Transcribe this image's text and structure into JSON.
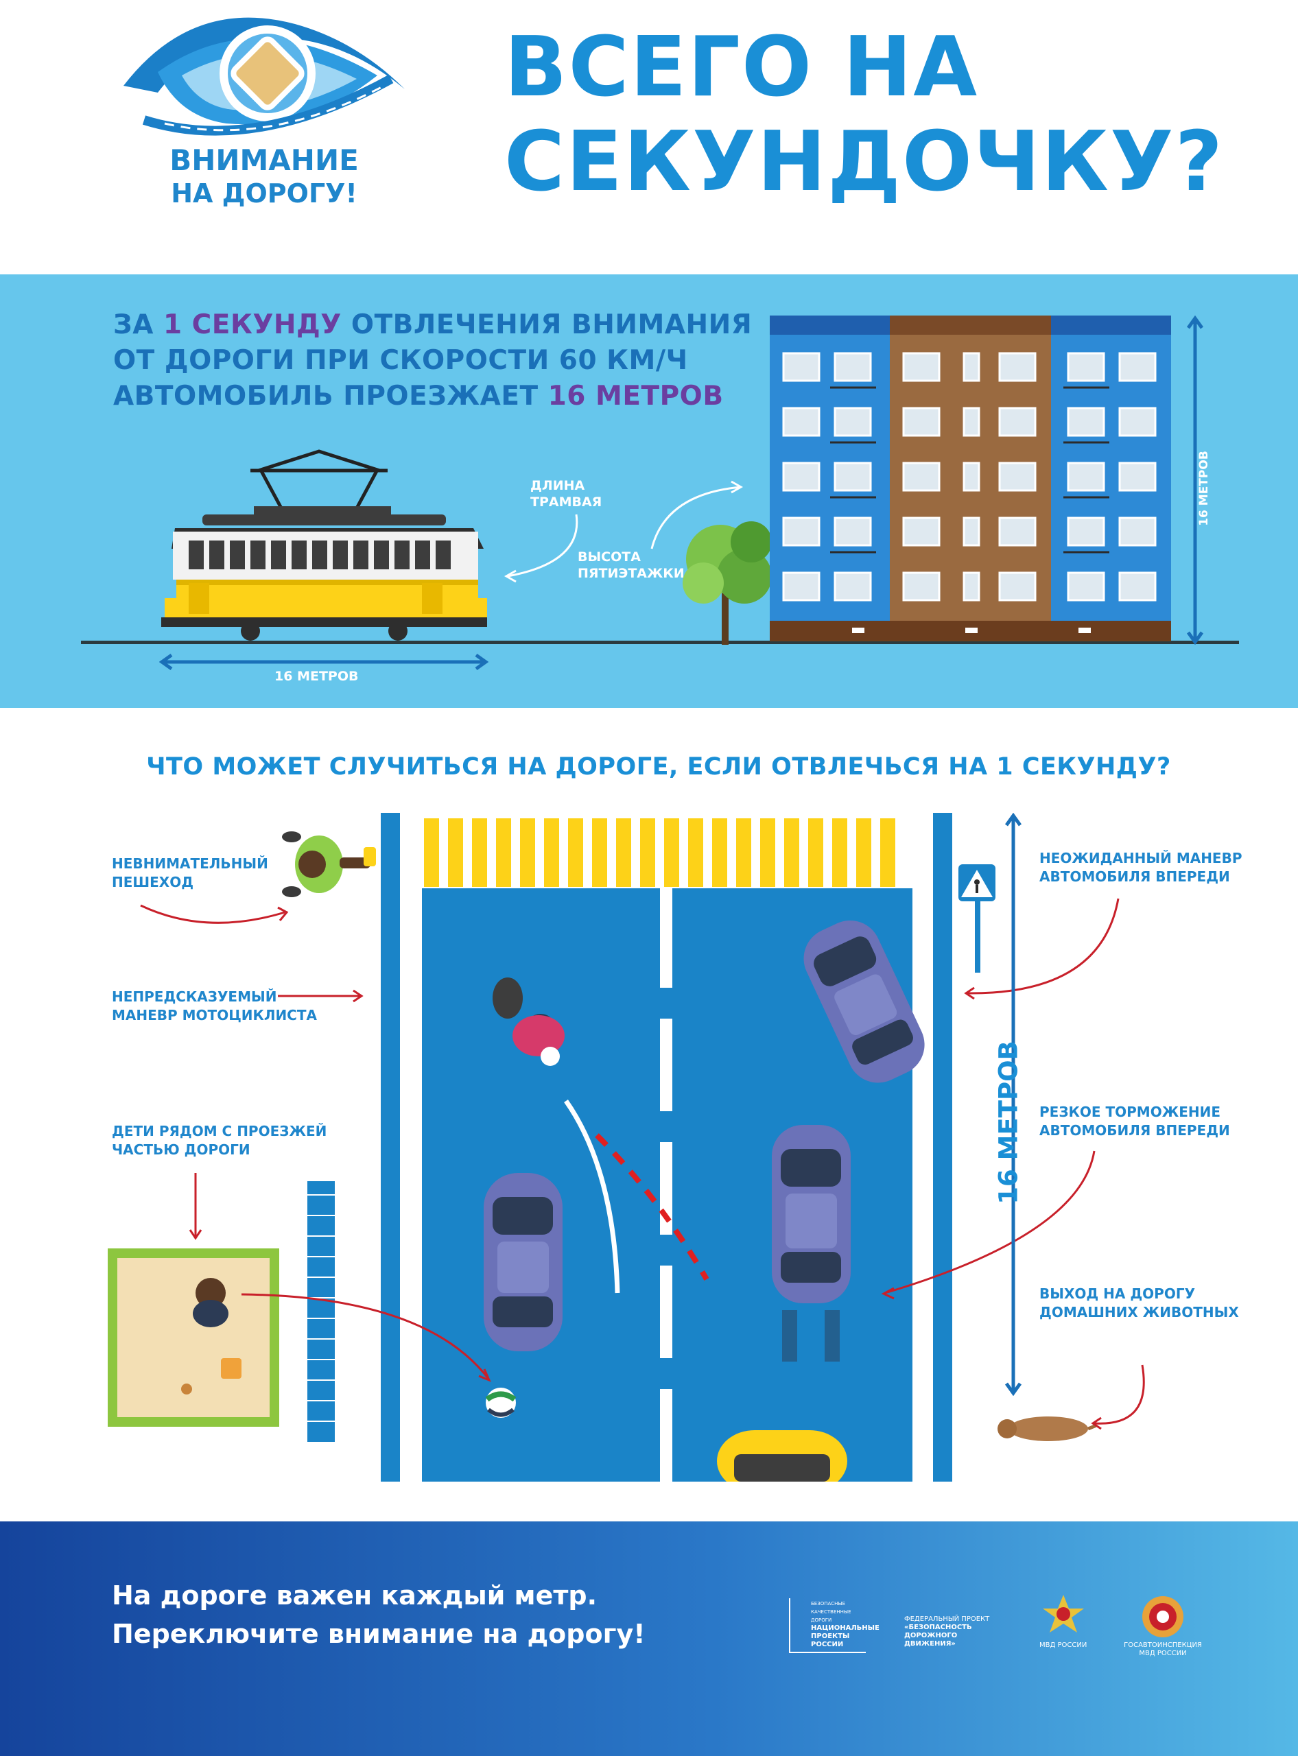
{
  "logo": {
    "line1": "ВНИМАНИЕ",
    "line2": "НА ДОРОГУ!"
  },
  "title": {
    "line1": "ВСЕГО НА",
    "line2": "СЕКУНДОЧКУ?"
  },
  "band": {
    "line1_pre": "ЗА ",
    "line1_hl": "1 СЕКУНДУ",
    "line1_post": " ОТВЛЕЧЕНИЯ ВНИМАНИЯ",
    "line2": "ОТ ДОРОГИ ПРИ СКОРОСТИ 60 КМ/Ч",
    "line3_pre": "АВТОМОБИЛЬ ПРОЕЗЖАЕТ ",
    "line3_hl": "16 МЕТРОВ",
    "tram_label_1": "ДЛИНА",
    "tram_label_2": "ТРАМВАЯ",
    "building_label_1": "ВЫСОТА",
    "building_label_2": "ПЯТИЭТАЖКИ",
    "tram_measure": "16 МЕТРОВ",
    "building_measure": "16 МЕТРОВ"
  },
  "question": "ЧТО МОЖЕТ СЛУЧИТЬСЯ НА ДОРОГЕ, ЕСЛИ ОТВЛЕЧЬСЯ НА 1 СЕКУНДУ?",
  "labels": {
    "pedestrian_1": "НЕВНИМАТЕЛЬНЫЙ",
    "pedestrian_2": "ПЕШЕХОД",
    "moto_1": "НЕПРЕДСКАЗУЕМЫЙ",
    "moto_2": "МАНЕВР МОТОЦИКЛИСТА",
    "children_1": "ДЕТИ РЯДОМ С ПРОЕЗЖЕЙ",
    "children_2": "ЧАСТЬЮ ДОРОГИ",
    "maneuver_1": "НЕОЖИДАННЫЙ МАНЕВР",
    "maneuver_2": "АВТОМОБИЛЯ ВПЕРЕДИ",
    "braking_1": "РЕЗКОЕ ТОРМОЖЕНИЕ",
    "braking_2": "АВТОМОБИЛЯ ВПЕРЕДИ",
    "animals_1": "ВЫХОД НА ДОРОГУ",
    "animals_2": "ДОМАШНИХ ЖИВОТНЫХ",
    "road_measure": "16 МЕТРОВ"
  },
  "footer": {
    "line1": "На дороге важен каждый метр.",
    "line2": "Переключите внимание на дорогу!",
    "np_1": "БЕЗОПАСНЫЕ КАЧЕСТВЕННЫЕ ДОРОГИ",
    "np_2": "НАЦИОНАЛЬНЫЕ",
    "np_3": "ПРОЕКТЫ",
    "np_4": "РОССИИ",
    "fp_1": "ФЕДЕРАЛЬНЫЙ ПРОЕКТ",
    "fp_2": "«БЕЗОПАСНОСТЬ ДОРОЖНОГО",
    "fp_3": "ДВИЖЕНИЯ»",
    "mvd": "МВД РОССИИ",
    "gai_1": "ГОСАВТОИНСПЕКЦИЯ",
    "gai_2": "МВД РОССИИ"
  },
  "colors": {
    "primary": "#1a8fd6",
    "accent": "#6b3ea0",
    "band": "#66c6ec",
    "road": "#1a84c8",
    "arrow": "#d62b2b"
  }
}
